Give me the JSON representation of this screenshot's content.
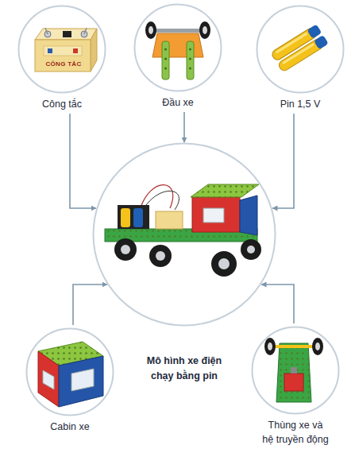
{
  "diagram": {
    "nodes": [
      {
        "text": [
          "Công tắc"
        ]
      },
      {
        "text": [
          "Đầu xe"
        ]
      },
      {
        "text": [
          "Pin 1,5 V"
        ]
      },
      {
        "text": [
          "Mô hình xe điện chạy bằng pin"
        ]
      },
      {
        "text": [
          "Cabin xe"
        ]
      },
      {
        "text": [
          "Thùng xe và hệ truyền động"
        ]
      }
    ],
    "edges": [
      {
        "from": 0,
        "to": 3,
        "arrow": "to"
      },
      {
        "from": 1,
        "to": 3,
        "arrow": "to"
      },
      {
        "from": 2,
        "to": 3,
        "arrow": "to"
      },
      {
        "from": 4,
        "to": 3,
        "arrow": "to"
      },
      {
        "from": 5,
        "to": 3,
        "arrow": "to"
      }
    ],
    "labels": [
      "CÔNG TẮC"
    ]
  }
}
